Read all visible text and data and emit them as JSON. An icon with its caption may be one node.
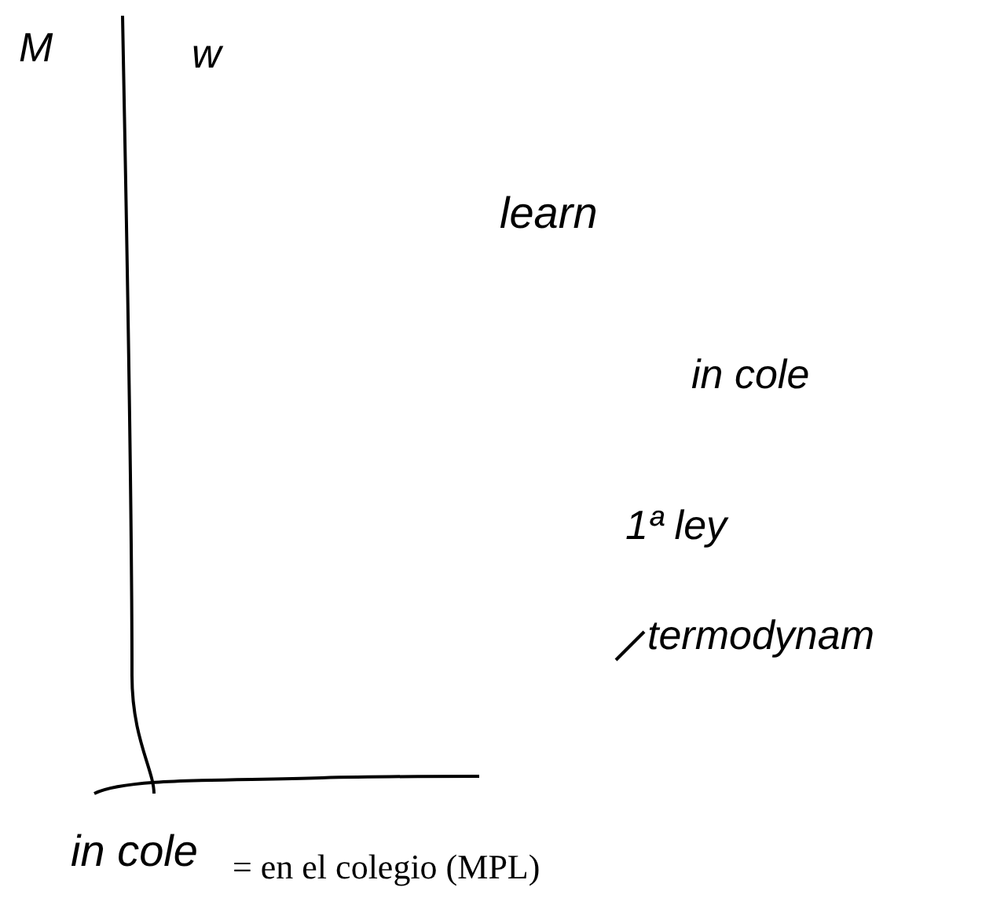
{
  "diagram": {
    "labels": [
      "M",
      "w",
      "learn",
      "in cole",
      "1ª ley",
      "termodynam",
      "in cole",
      "= en el colegio (MPL)"
    ]
  }
}
